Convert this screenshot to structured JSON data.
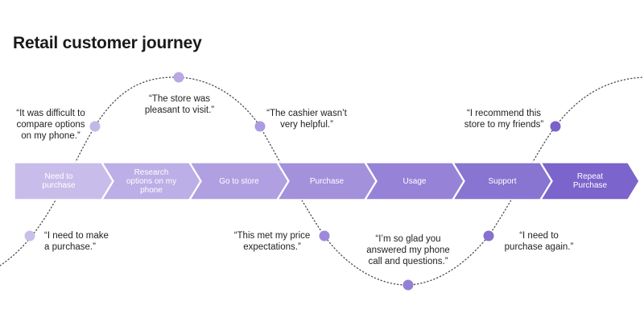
{
  "title": "Retail customer journey",
  "stages": [
    {
      "label": "Need to\npurchase",
      "color": "#c8bdea"
    },
    {
      "label": "Research\noptions on my\nphone",
      "color": "#bcaee6"
    },
    {
      "label": "Go to store",
      "color": "#b0a0e1"
    },
    {
      "label": "Purchase",
      "color": "#a391dc"
    },
    {
      "label": "Usage",
      "color": "#9683d7"
    },
    {
      "label": "Support",
      "color": "#8874d1"
    },
    {
      "label": "Repeat\nPurchase",
      "color": "#7b64cb"
    }
  ],
  "quotes": [
    {
      "text": "“I need to make\na purchase.”",
      "dot_color": "#c9bfea"
    },
    {
      "text": "“It was difficult to\ncompare options\non my phone.”",
      "dot_color": "#c3b7e8"
    },
    {
      "text": "“The store was\npleasant to visit.”",
      "dot_color": "#b8a9e4"
    },
    {
      "text": "“The cashier wasn’t\nvery helpful.”",
      "dot_color": "#ab9be0"
    },
    {
      "text": "“This met my price\nexpectations.”",
      "dot_color": "#9d8bda"
    },
    {
      "text": "“I’m so glad you\nanswered my phone\ncall and questions.”",
      "dot_color": "#9380d6"
    },
    {
      "text": "“I need to\npurchase again.”",
      "dot_color": "#8670d0"
    },
    {
      "text": "“I recommend this\nstore to my friends”",
      "dot_color": "#7a62ca"
    }
  ],
  "curve_color": "#4a4a4a"
}
